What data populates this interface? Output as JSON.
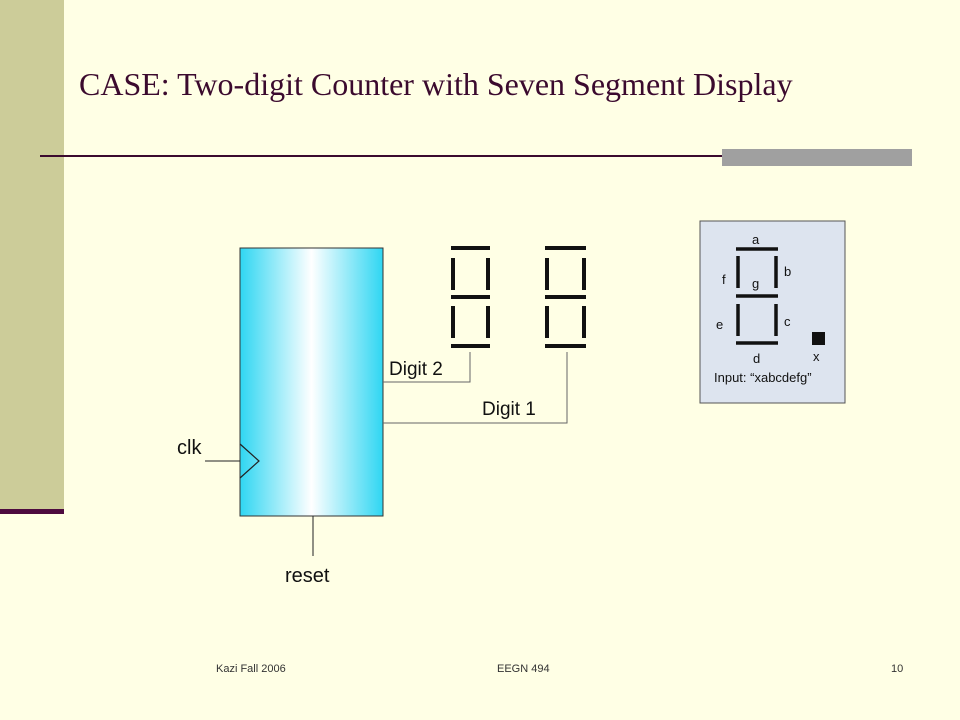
{
  "slide": {
    "title": "CASE: Two-digit Counter with Seven Segment Display"
  },
  "diagram": {
    "labels": {
      "clk": "clk",
      "reset": "reset",
      "digit2": "Digit 2",
      "digit1": "Digit 1"
    },
    "legend": {
      "segment_a": "a",
      "segment_b": "b",
      "segment_c": "c",
      "segment_d": "d",
      "segment_e": "e",
      "segment_f": "f",
      "segment_g": "g",
      "dot_x": "x",
      "input_caption": "Input: “xabcdefg”"
    }
  },
  "footer": {
    "left": "Kazi   Fall 2006",
    "center": "EEGN 494",
    "page_number": "10"
  }
}
